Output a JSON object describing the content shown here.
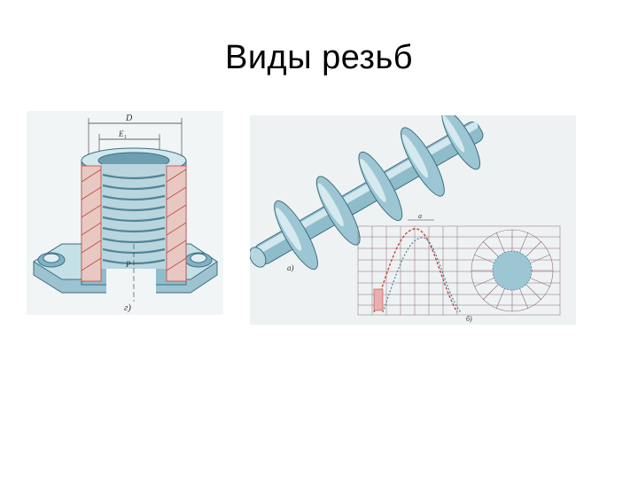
{
  "slide": {
    "title": "Виды резьб"
  },
  "figures": {
    "nut": {
      "icon": "threaded-nut-cutaway-icon",
      "labels": {
        "dim_outer": "D",
        "dim_inner": "E₁",
        "pitch": "P",
        "caption": "г)"
      }
    },
    "screw": {
      "icon": "auger-screw-and-helix-construction-icon",
      "labels": {
        "caption_a": "а)",
        "caption_b": "б)",
        "dim_top": "a"
      }
    }
  },
  "colors": {
    "metal_light": "#bcd9e2",
    "metal_mid": "#7fb3c3",
    "metal_dark": "#4f8596",
    "hatch": "#c24a3c",
    "grid": "#8a6a7a",
    "paper": "#eef2f3"
  }
}
